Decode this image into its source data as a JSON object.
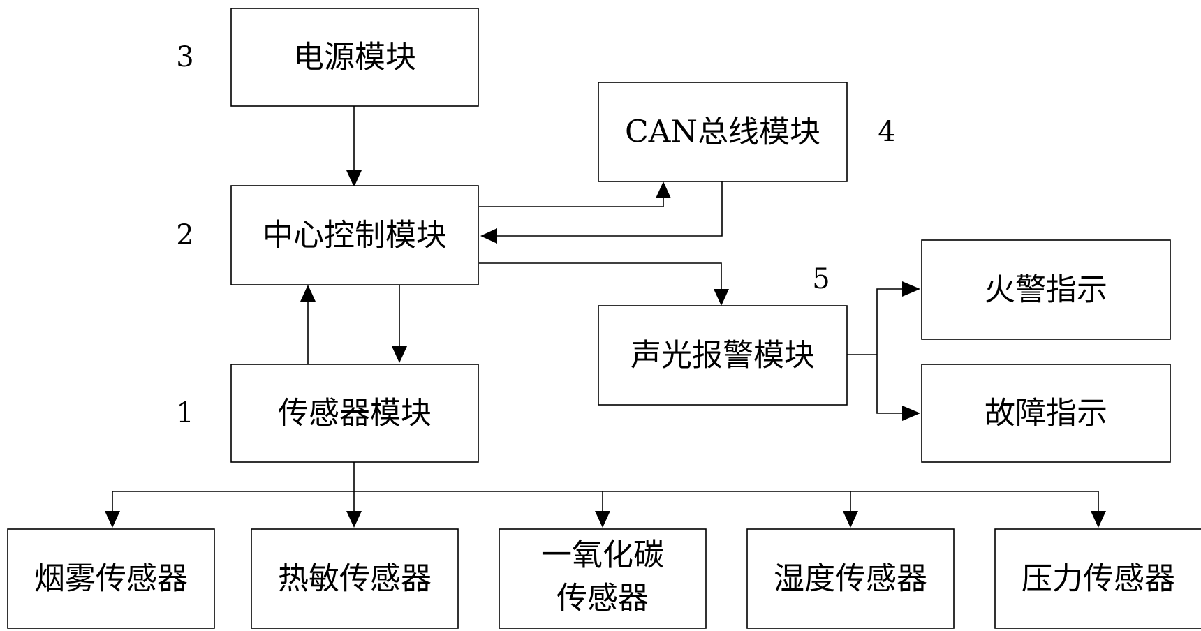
{
  "modules": {
    "power": "电源模块",
    "center_control": "中心控制模块",
    "can_bus": "CAN总线模块",
    "alarm": "声光报警模块",
    "fire_indicator": "火警指示",
    "fault_indicator": "故障指示",
    "sensor": "传感器模块"
  },
  "sensors": {
    "smoke": "烟雾传感器",
    "thermal": "热敏传感器",
    "co_line1": "一氧化碳",
    "co_line2": "传感器",
    "humidity": "湿度传感器",
    "pressure": "压力传感器"
  },
  "labels": {
    "n1": "1",
    "n2": "2",
    "n3": "3",
    "n4": "4",
    "n5": "5"
  }
}
